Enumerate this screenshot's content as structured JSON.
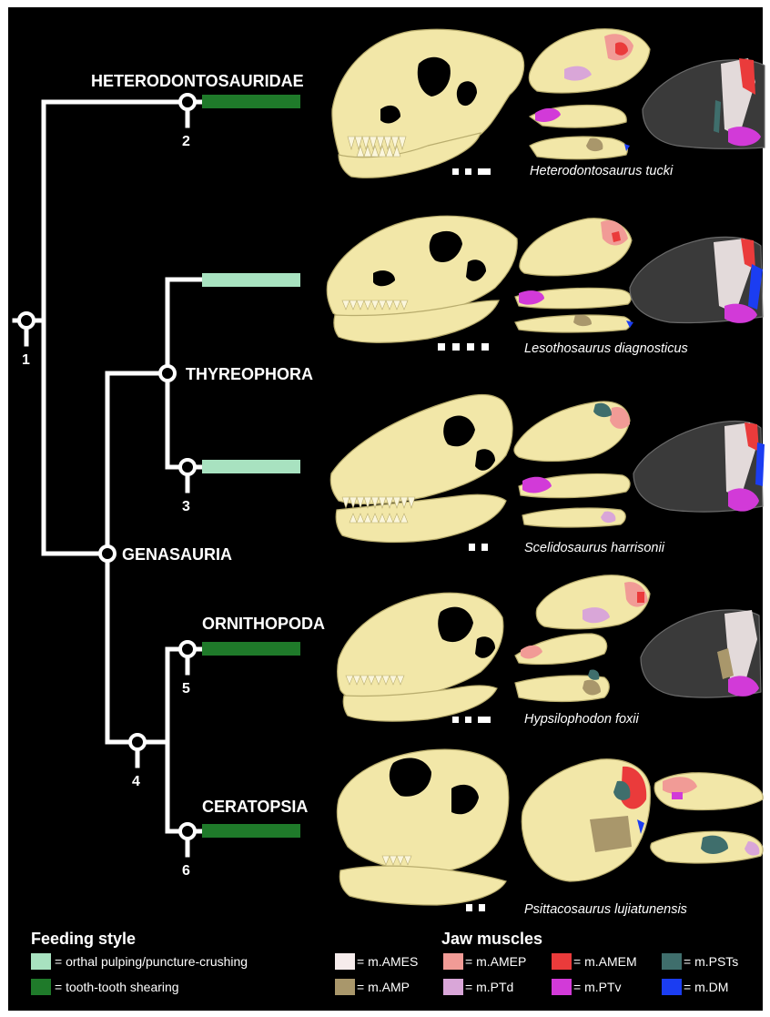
{
  "tree": {
    "clades": {
      "heterodontosauridae": "HETERODONTOSAURIDAE",
      "thyreophora": "THYREOPHORA",
      "genasauria": "GENASAURIA",
      "ornithopoda": "ORNITHOPODA",
      "ceratopsia": "CERATOPSIA"
    },
    "nodes": {
      "n1": "1",
      "n2": "2",
      "n3": "3",
      "n4": "4",
      "n5": "5",
      "n6": "6"
    }
  },
  "taxa": [
    {
      "name": "Heterodontosaurus tucki",
      "feeding": "tooth-tooth shearing"
    },
    {
      "name": "Lesothosaurus diagnosticus",
      "feeding": "orthal pulping/puncture-crushing"
    },
    {
      "name": "Scelidosaurus harrisonii",
      "feeding": "orthal pulping/puncture-crushing"
    },
    {
      "name": "Hypsilophodon foxii",
      "feeding": "tooth-tooth shearing"
    },
    {
      "name": "Psittacosaurus lujiatunensis",
      "feeding": "tooth-tooth shearing"
    }
  ],
  "legend": {
    "feeding_title": "Feeding style",
    "feeding_items": [
      {
        "label": "= orthal pulping/puncture-crushing",
        "color": "#a8e2c0"
      },
      {
        "label": "= tooth-tooth shearing",
        "color": "#1f7a2a"
      }
    ],
    "muscle_title": "Jaw muscles",
    "muscle_items": [
      {
        "label": "= m.AMES",
        "color": "#f6ecec"
      },
      {
        "label": "= m.AMEP",
        "color": "#f19b96"
      },
      {
        "label": "= m.AMEM",
        "color": "#ea3b3b"
      },
      {
        "label": "= m.PSTs",
        "color": "#3f6e6c"
      },
      {
        "label": "= m.AMP",
        "color": "#a9976b"
      },
      {
        "label": "= m.PTd",
        "color": "#d9a6d8"
      },
      {
        "label": "= m.PTv",
        "color": "#d23ad8"
      },
      {
        "label": "= m.DM",
        "color": "#1b3df2"
      }
    ]
  },
  "colors": {
    "background": "#000000",
    "bone": "#f2e7a8",
    "tree": "#ffffff"
  }
}
